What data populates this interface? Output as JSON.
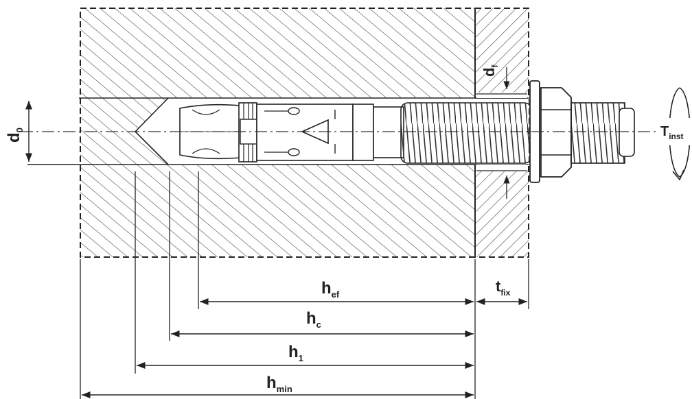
{
  "labels": {
    "d0": {
      "main": "d",
      "sub": "0"
    },
    "df": {
      "main": "d",
      "sub": "f"
    },
    "tinst": {
      "main": "T",
      "sub": "inst"
    },
    "hef": {
      "main": "h",
      "sub": "ef"
    },
    "tfix": {
      "main": "t",
      "sub": "fix"
    },
    "hc": {
      "main": "h",
      "sub": "c"
    },
    "h1": {
      "main": "h",
      "sub": "1"
    },
    "hmin": {
      "main": "h",
      "sub": "min"
    }
  },
  "colors": {
    "ink": "#2a2a2a",
    "hatch": "#555555",
    "background": "#ffffff"
  }
}
